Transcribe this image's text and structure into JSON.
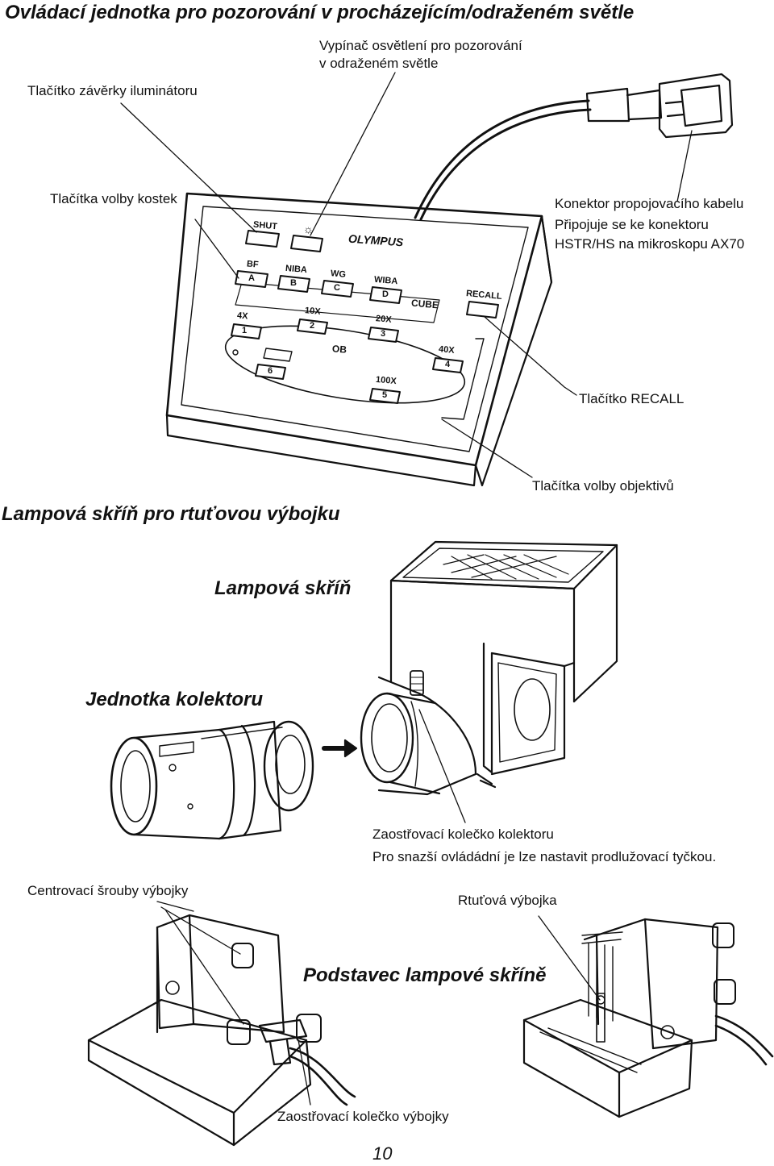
{
  "page_title": "Ovládací jednotka pro pozorování v procházejícím/odraženém světle",
  "labels": {
    "shutter_button": "Tlačítko závěrky iluminátoru",
    "illumination_switch_line1": "Vypínač osvětlení pro pozorování",
    "illumination_switch_line2": "v odraženém světle",
    "cube_buttons": "Tlačítka volby kostek",
    "cable_connector_line1": "Konektor propojovacího kabelu",
    "cable_connector_line2": "Připojuje se ke konektoru",
    "cable_connector_line3": "HSTR/HS na mikroskopu AX70",
    "recall_button": "Tlačítko RECALL",
    "objective_buttons": "Tlačítka volby objektivů",
    "focus_collector_line1": "Zaostřovací kolečko kolektoru",
    "focus_collector_line2": "Pro snazší ovládádní je lze nastavit prodlužovací tyčkou.",
    "centering_screws": "Centrovací šrouby výbojky",
    "mercury_lamp": "Rtuťová výbojka",
    "focus_lamp": "Zaostřovací kolečko výbojky"
  },
  "section_headings": {
    "mercury_lamp_housing": "Lampová skříň pro rtuťovou výbojku",
    "lamp_housing": "Lampová skříň",
    "collector_unit": "Jednotka kolektoru",
    "housing_base": "Podstavec lampové skříně"
  },
  "control_panel": {
    "brand": "OLYMPUS",
    "shut": "SHUT",
    "sun_symbol": "☼",
    "cube_group": "CUBE",
    "ob_group": "OB",
    "recall": "RECALL",
    "cubes": [
      {
        "tag": "BF",
        "key": "A"
      },
      {
        "tag": "NIBA",
        "key": "B"
      },
      {
        "tag": "WG",
        "key": "C"
      },
      {
        "tag": "WIBA",
        "key": "D"
      }
    ],
    "objectives": [
      {
        "tag": "4X",
        "key": "1"
      },
      {
        "tag": "10X",
        "key": "2"
      },
      {
        "tag": "20X",
        "key": "3"
      },
      {
        "tag": "40X",
        "key": "4"
      },
      {
        "tag": "100X",
        "key": "5"
      },
      {
        "tag": "",
        "key": "6"
      }
    ]
  },
  "page_number": "10"
}
